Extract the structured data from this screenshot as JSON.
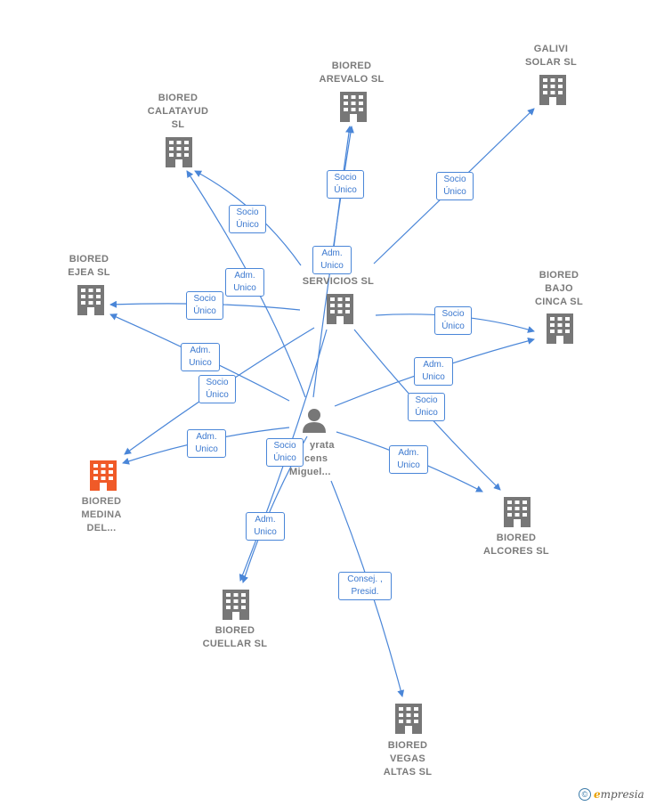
{
  "nodes": {
    "galivi": "GALIVI\nSOLAR SL",
    "arevalo": "BIORED\nAREVALO SL",
    "calatayud": "BIORED\nCALATAYUD\nSL",
    "center_a": "S",
    "center_b": "SERVICIOS SL",
    "ejea": "BIORED\nEJEA SL",
    "bajo_cinca": "BIORED\nBAJO\nCINCA SL",
    "person_a": "yrata",
    "person_b": "cens",
    "person_c": "Miguel...",
    "medina": "BIORED\nMEDINA\nDEL...",
    "alcores": "BIORED\nALCORES SL",
    "cuellar": "BIORED\nCUELLAR SL",
    "vegas": "BIORED\nVEGAS\nALTAS SL"
  },
  "edges": {
    "socio_unico": "Socio\nÚnico",
    "adm_unico": "Adm.\nUnico",
    "consej_presid": "Consej. ,\nPresid."
  },
  "colors": {
    "edge": "#4a86d8",
    "building": "#777777",
    "highlight": "#f05a28"
  },
  "icons": [
    "building-icon",
    "person-icon",
    "copyright-icon"
  ],
  "brand": {
    "mark": "©",
    "first_letter": "e",
    "rest": "mpresia"
  }
}
